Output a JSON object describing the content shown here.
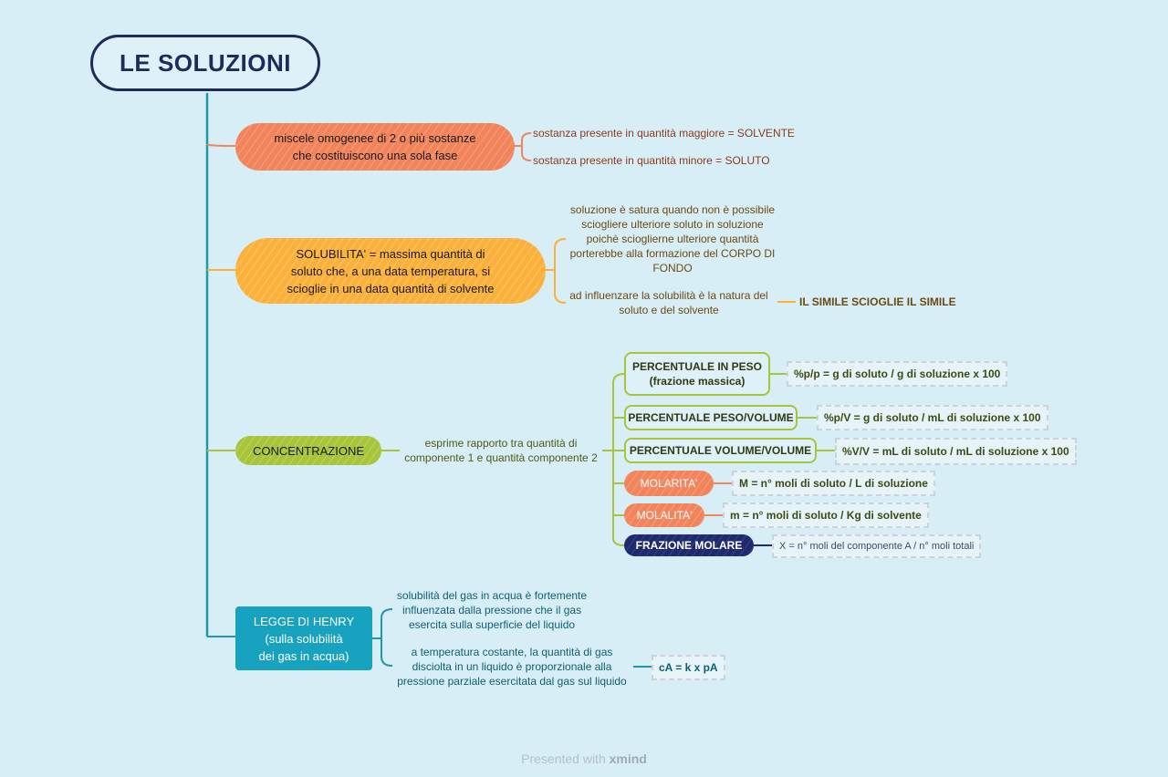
{
  "title": "LE SOLUZIONI",
  "branches": {
    "miscele": {
      "label_line1": "miscele omogenee di 2 o più sostanze",
      "label_line2": "che costituiscono una sola fase",
      "children": [
        "sostanza presente in quantità maggiore = SOLVENTE",
        "sostanza presente in quantità minore = SOLUTO"
      ]
    },
    "solubilita": {
      "label_line1": "SOLUBILITA' =  massima quantità di",
      "label_line2": "soluto che, a una data temperatura, si",
      "label_line3": "scioglie in una data quantità di solvente",
      "satura_lines": [
        "soluzione è satura quando non è possibile",
        "sciogliere ulteriore soluto in soluzione",
        "poichè scioglierne ulteriore quantità",
        "porterebbe alla formazione del CORPO DI",
        "FONDO"
      ],
      "natura_lines": [
        "ad influenzare la solubilità è la natura del",
        "soluto e del solvente"
      ],
      "simile": "IL SIMILE SCIOGLIE IL SIMILE"
    },
    "concentrazione": {
      "label": "CONCENTRAZIONE",
      "desc_lines": [
        "esprime rapporto tra quantità di",
        "componente 1 e quantità componente 2"
      ],
      "items": [
        {
          "label1": "PERCENTUALE IN PESO",
          "label2": "(frazione massica)",
          "formula": "%p/p = g di soluto / g di soluzione x 100"
        },
        {
          "label1": "PERCENTUALE PESO/VOLUME",
          "formula": "%p/V = g di soluto / mL di soluzione x 100"
        },
        {
          "label1": "PERCENTUALE VOLUME/VOLUME",
          "formula": "%V/V = mL di soluto / mL di soluzione x 100"
        },
        {
          "label1": "MOLARITA'",
          "formula": "M = n° moli di soluto / L di soluzione"
        },
        {
          "label1": "MOLALITA'",
          "formula": "m = n° moli di soluto / Kg di solvente"
        },
        {
          "label1": "FRAZIONE MOLARE",
          "formula": "X = n° moli del componente A / n° moli totali"
        }
      ]
    },
    "henry": {
      "label_line1": "LEGGE DI HENRY",
      "label_line2": "(sulla solubilità",
      "label_line3": "dei gas in acqua)",
      "gas_lines": [
        "solubilità del gas in acqua è fortemente",
        "influenzata dalla pressione che il gas",
        "esercita sulla superficie del liquido"
      ],
      "temp_lines": [
        "a temperatura costante, la quantità di gas",
        "disciolta in un liquido è proporzionale alla",
        "pressione parziale esercitata dal gas sul liquido"
      ],
      "formula": "cA = k x pA"
    }
  },
  "footer": {
    "prefix": "Presented with",
    "brand": "xmind"
  },
  "colors": {
    "trunk": "#1f97a8",
    "red": "#f2845c",
    "orange": "#fbb03b",
    "green": "#a8c43a",
    "navy": "#1e2a6c",
    "teal": "#17a2c0"
  }
}
